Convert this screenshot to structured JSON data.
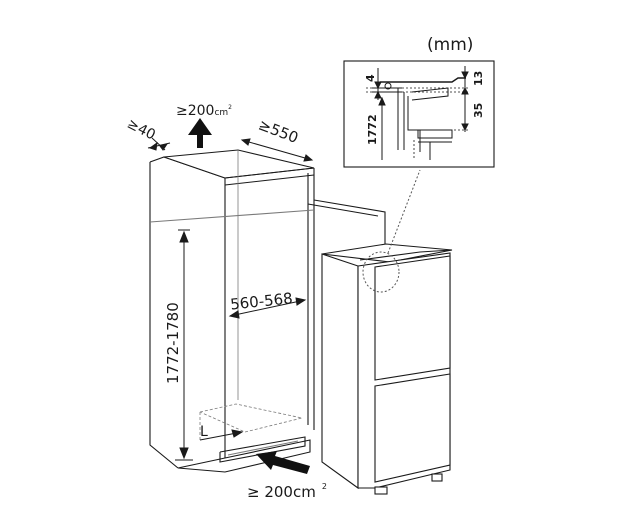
{
  "unit_label": "(mm)",
  "dimensions": {
    "top_depth_gap": "≥40",
    "top_vent": "≥200",
    "top_vent_unit": "cm",
    "top_vent_sup": "2",
    "cabinet_depth": "≥550",
    "niche_width": "560-568",
    "niche_height": "1772-1780",
    "plinth_label": "L",
    "bottom_vent": "≥ 200cm",
    "bottom_vent_sup": "2"
  },
  "detail": {
    "dim_4": "4",
    "dim_13": "13",
    "dim_35": "35",
    "dim_1772": "1772"
  },
  "colors": {
    "line": "#1a1a1a",
    "light_line": "#7a7a7a",
    "arrow": "#111111"
  }
}
